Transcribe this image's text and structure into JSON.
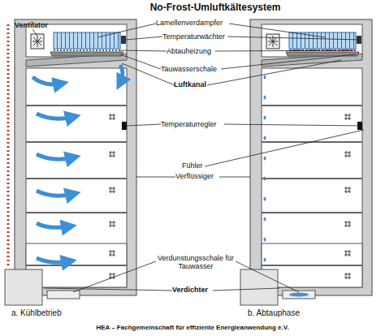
{
  "diagram": {
    "title": "No-Frost-Umluftkältesystem",
    "caption": "HEA – Fachgemeinschaft für effiziente Energieanwendung e.V.",
    "labels": [
      "Ventilator",
      "Lamellenverdampfer",
      "Temperaturwächter",
      "Abtauheizung",
      "Tauwasserschale",
      "Luftkanal",
      "Temperaturregler",
      "Fühler",
      "Verflüssiger",
      "Verdunstungsschale für Tauwasser",
      "Verdichter",
      "a. Kühlbetrieb",
      "b. Abtauphase"
    ]
  }
}
